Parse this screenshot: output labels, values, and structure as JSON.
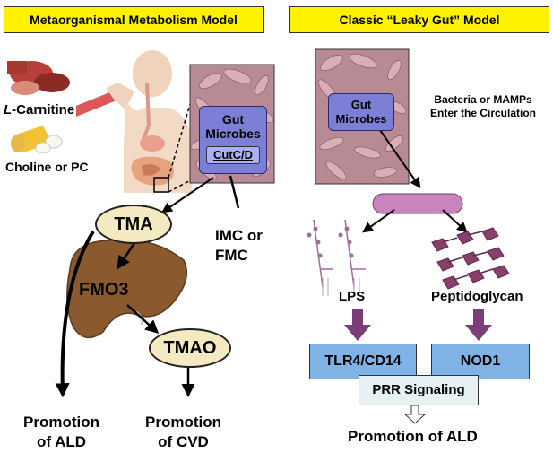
{
  "left": {
    "title": "Metaorganismal Metabolism Model",
    "carnitine_prefix": "L",
    "carnitine_suffix": "-Carnitine",
    "choline": "Choline or PC",
    "gut_microbes": "Gut\nMicrobes",
    "cutcd": "CutC/D",
    "tma": "TMA",
    "fmo3": "FMO3",
    "tmao": "TMAO",
    "imc": "IMC or\nFMC",
    "promo_ald": "Promotion\nof ALD",
    "promo_cvd": "Promotion\nof CVD"
  },
  "right": {
    "title": "Classic “Leaky Gut” Model",
    "gut_microbes": "Gut\nMicrobes",
    "bacteria_text": "Bacteria or MAMPs\nEnter the Circulation",
    "lps": "LPS",
    "peptidoglycan": "Peptidoglycan",
    "tlr": "TLR4/CD14",
    "nod1": "NOD1",
    "prr": "PRR Signaling",
    "promo_ald": "Promotion of ALD"
  },
  "colors": {
    "title_bg": "#fff200",
    "gut_box": "#7b7fd6",
    "receptor_box": "#7fb3e6",
    "liver": "#8a5a2e",
    "metabolite_ellipse": "#f4e9c1",
    "purple_arrow": "#7a3f78"
  }
}
